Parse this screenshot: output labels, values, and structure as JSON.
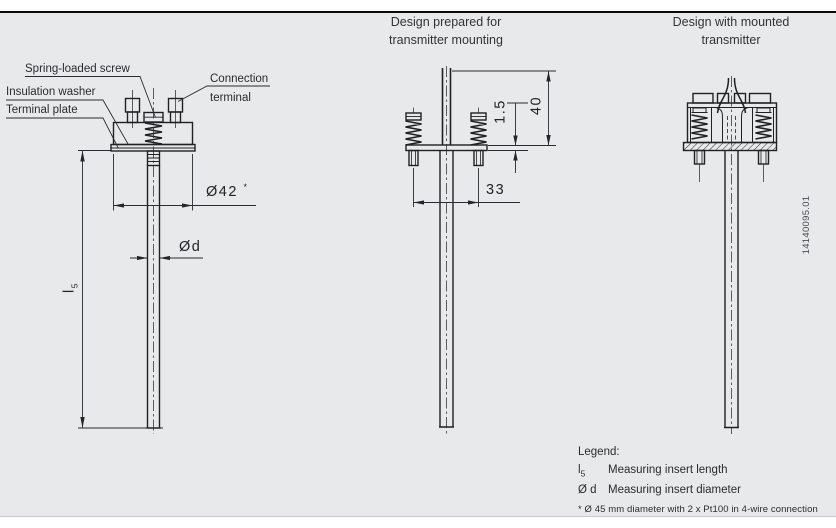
{
  "drawing_number": "14140095.01",
  "left_view": {
    "labels": {
      "spring_loaded_screw": "Spring-loaded screw",
      "insulation_washer": "Insulation washer",
      "terminal_plate": "Terminal plate",
      "connection_terminal_line1": "Connection",
      "connection_terminal_line2": "terminal"
    },
    "dims": {
      "head_diameter": "Ø42",
      "head_diameter_note": "*",
      "insert_diameter": "Ød",
      "insert_length_base": "l",
      "insert_length_sub": "5"
    }
  },
  "middle_view": {
    "title_line1": "Design prepared for",
    "title_line2": "transmitter mounting",
    "dims": {
      "plate_thickness": "1.5",
      "height": "40",
      "screw_spacing": "33"
    }
  },
  "right_view": {
    "title_line1": "Design with mounted",
    "title_line2": "transmitter"
  },
  "legend": {
    "heading": "Legend:",
    "item1_symbol_base": "l",
    "item1_symbol_sub": "5",
    "item1_description": "Measuring insert length",
    "item2_symbol": "Ø d",
    "item2_description": "Measuring insert diameter",
    "footnote": "* Ø 45 mm diameter with 2 x Pt100 in 4-wire connection"
  },
  "colors": {
    "background": "#e8e9ea",
    "line": "#212124",
    "text": "#2b2b2e",
    "top_rule": "#0a0a0a"
  }
}
